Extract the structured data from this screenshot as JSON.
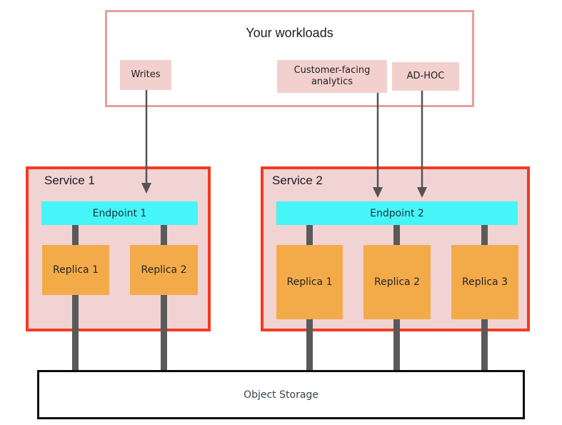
{
  "diagram": {
    "workloads": {
      "title": "Your workloads",
      "items": [
        {
          "label": "Writes"
        },
        {
          "label": "Customer-facing analytics"
        },
        {
          "label": "AD-HOC"
        }
      ]
    },
    "services": [
      {
        "title": "Service 1",
        "endpoint": "Endpoint 1",
        "replicas": [
          "Replica 1",
          "Replica 2"
        ]
      },
      {
        "title": "Service 2",
        "endpoint": "Endpoint 2",
        "replicas": [
          "Replica 1",
          "Replica 2",
          "Replica 3"
        ]
      }
    ],
    "storage": {
      "label": "Object Storage"
    },
    "colors": {
      "workloads_border": "#e5a09b",
      "workload_label_fill": "#f2d0ce",
      "service_fill": "#f1d3d3",
      "service_border": "#f43b22",
      "endpoint_fill": "#45f5f8",
      "replica_fill": "#f3ab4a",
      "connector_gray": "#5a5a5a",
      "arrow_gray": "#545454",
      "storage_border": "#0d0d0d"
    }
  }
}
